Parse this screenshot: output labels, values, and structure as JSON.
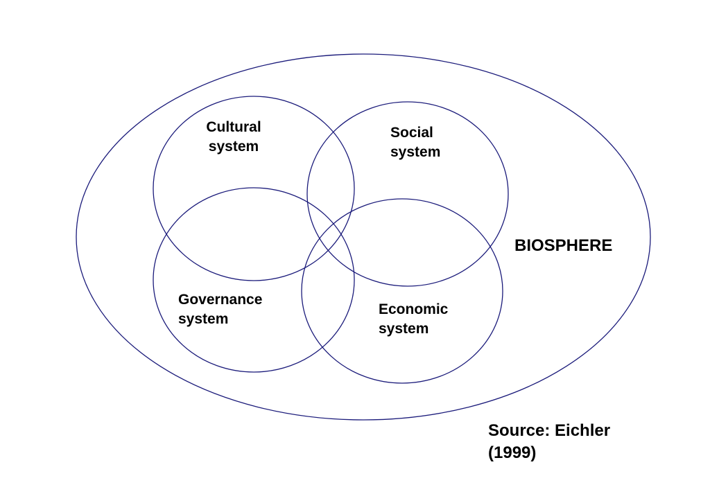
{
  "diagram": {
    "outline_color": "#1a1a7a",
    "biosphere": {
      "label": "BIOSPHERE"
    },
    "systems": {
      "cultural": {
        "line1": "Cultural",
        "line2": "system"
      },
      "social": {
        "line1": "Social",
        "line2": "system"
      },
      "governance": {
        "line1": "Governance",
        "line2": "system"
      },
      "economic": {
        "line1": "Economic",
        "line2": "system"
      }
    }
  },
  "source": {
    "line1": "Source: Eichler",
    "line2": "(1999)"
  }
}
